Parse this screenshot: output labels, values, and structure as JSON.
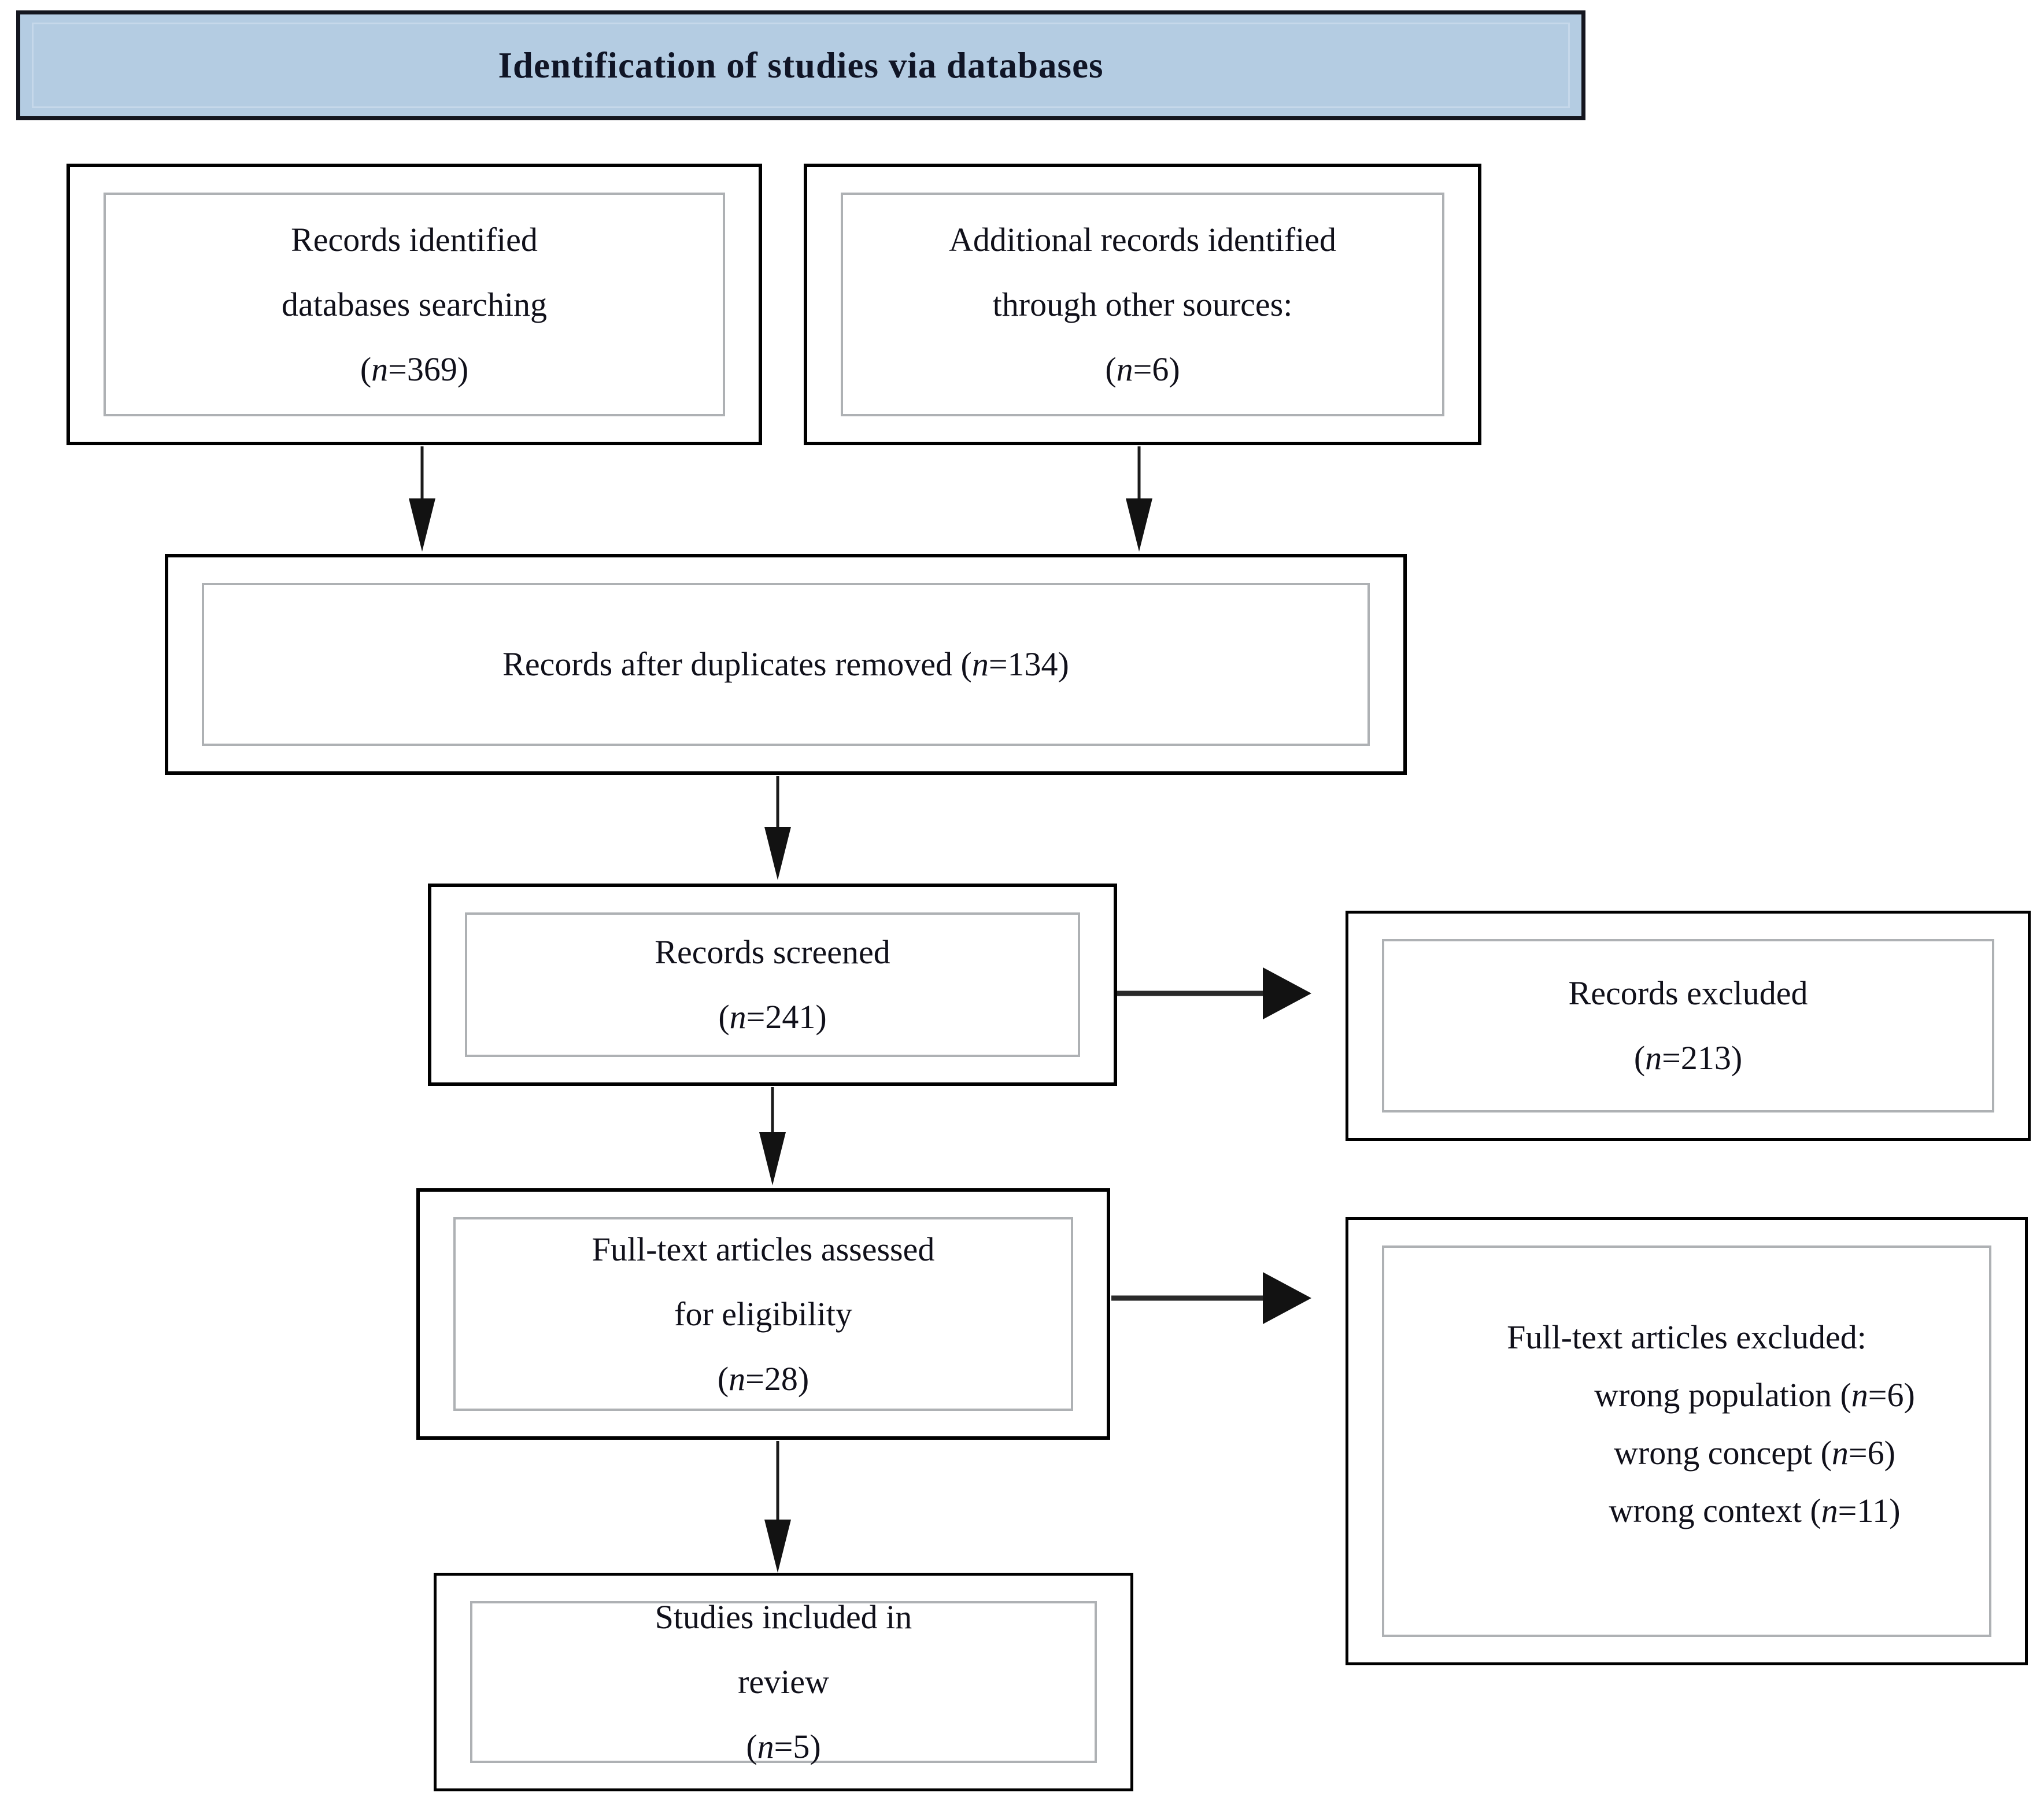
{
  "header": {
    "title": "Identification of studies via databases"
  },
  "boxes": {
    "records_identified": {
      "lines": [
        "Records identified",
        "databases searching",
        "(n=369)"
      ]
    },
    "additional_records": {
      "lines": [
        "Additional records identified",
        "through other sources:",
        "(n=6)"
      ]
    },
    "duplicates_removed": {
      "lines": [
        "Records after duplicates removed (n=134)"
      ]
    },
    "records_screened": {
      "lines": [
        "Records screened",
        "(n=241)"
      ]
    },
    "records_excluded": {
      "lines": [
        "Records excluded",
        "(n=213)"
      ]
    },
    "fulltext_assessed": {
      "lines": [
        "Full-text articles assessed",
        "for eligibility",
        "(n=28)"
      ]
    },
    "fulltext_excluded": {
      "lines": [
        "Full-text articles excluded:",
        "wrong population (n=6)",
        "wrong concept (n=6)",
        "wrong context (n=11)"
      ]
    },
    "studies_included": {
      "lines": [
        "Studies included in",
        "review",
        "(n=5)"
      ]
    }
  },
  "colors": {
    "header_bg": "#b4cce2",
    "header_border": "#14161f",
    "header_text": "#101526",
    "box_border": "#000000",
    "inner_frame": "#aeb1b4",
    "text": "#10101a",
    "arrow": "#121212"
  }
}
